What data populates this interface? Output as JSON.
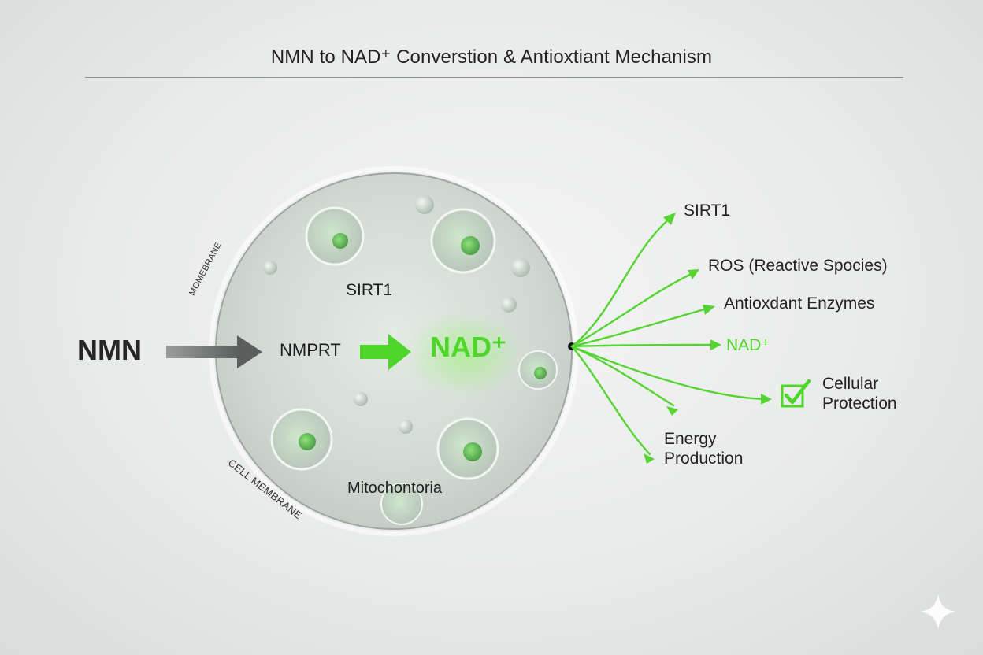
{
  "title": "NMN to NAD⁺ Converstion & Antioxtiant Mechanism",
  "input": {
    "label": "NMN"
  },
  "cell": {
    "enzyme_label": "NMPRT",
    "product_label": "NAD⁺",
    "internal_label": "SIRT1",
    "organelle_label": "Mitochontoria",
    "membrane_top_label": "MOMEBRANE",
    "membrane_bottom_label": "CELL MEMBRANE"
  },
  "outputs": {
    "sirt1": "SIRT1",
    "ros": "ROS (Reactive Spocies)",
    "antioxidant": "Antioxdant Enzymes",
    "nad": "NAD⁺",
    "cellular_line1": "Cellular",
    "cellular_line2": "Protection",
    "energy_line1": "Energy",
    "energy_line2": "Production"
  },
  "colors": {
    "accent_green": "#4fd62a",
    "arrow_gray": "#6d6f6e",
    "text_dark": "#222222"
  },
  "icons": {
    "checkmark": "check-box-icon",
    "watermark": "sparkle-icon"
  }
}
